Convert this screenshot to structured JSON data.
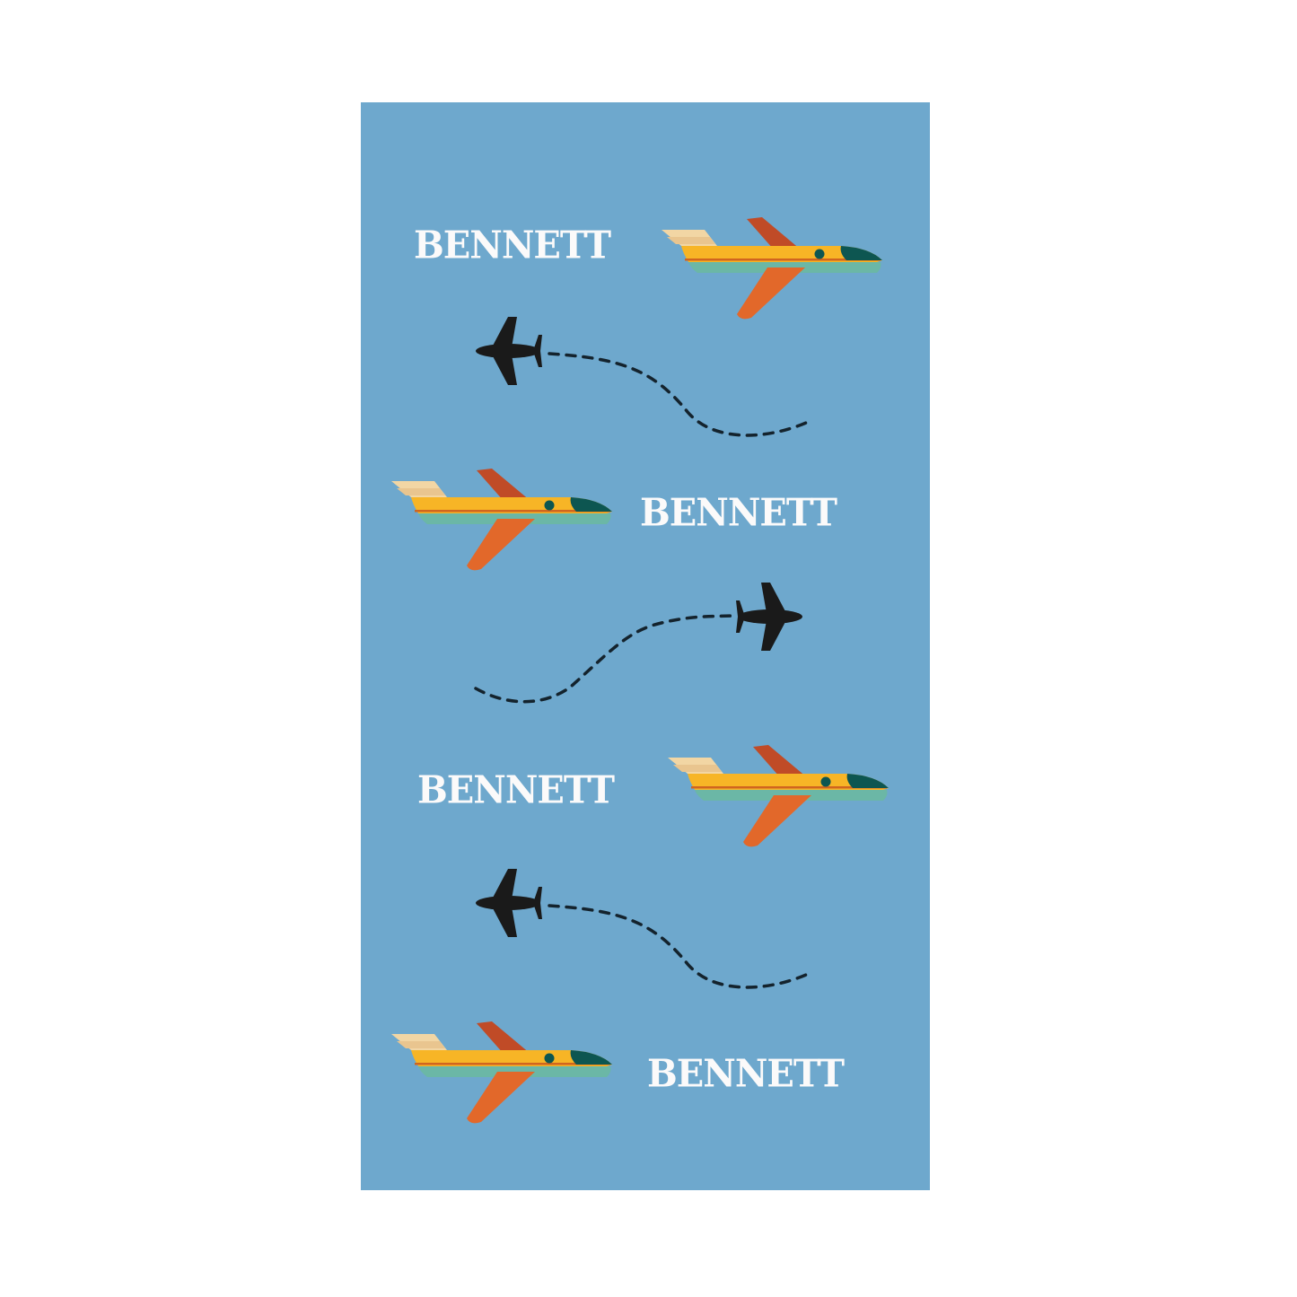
{
  "design": {
    "product": "personalized beach towel",
    "background_color": "#6ea8cd",
    "page_background": "#ffffff",
    "name_text": "BENNETT",
    "name_color": "#fbfafa",
    "colors": {
      "fuselage_yellow": "#f7b526",
      "belly_teal": "#6bb7a6",
      "tail_cream": "#f2d6a4",
      "tail_stripe": "#e9c58f",
      "upper_wing": "#c04b27",
      "lower_wing": "#e2682a",
      "cockpit": "#0d5651",
      "window": "#0d5651",
      "pinstripe": "#d0651f",
      "silhouette": "#1a1a1a",
      "dash_path": "#14232d"
    }
  },
  "rows": [
    {
      "name": "BENNETT",
      "jet_side": "right",
      "icon": "colorful-jet-icon"
    },
    {
      "route": "left",
      "icon": "plane-silhouette-icon"
    },
    {
      "name": "BENNETT",
      "jet_side": "left",
      "icon": "colorful-jet-icon"
    },
    {
      "route": "right",
      "icon": "plane-silhouette-icon"
    },
    {
      "name": "BENNETT",
      "jet_side": "right",
      "icon": "colorful-jet-icon"
    },
    {
      "route": "left",
      "icon": "plane-silhouette-icon"
    },
    {
      "name": "BENNETT",
      "jet_side": "left",
      "icon": "colorful-jet-icon"
    }
  ]
}
